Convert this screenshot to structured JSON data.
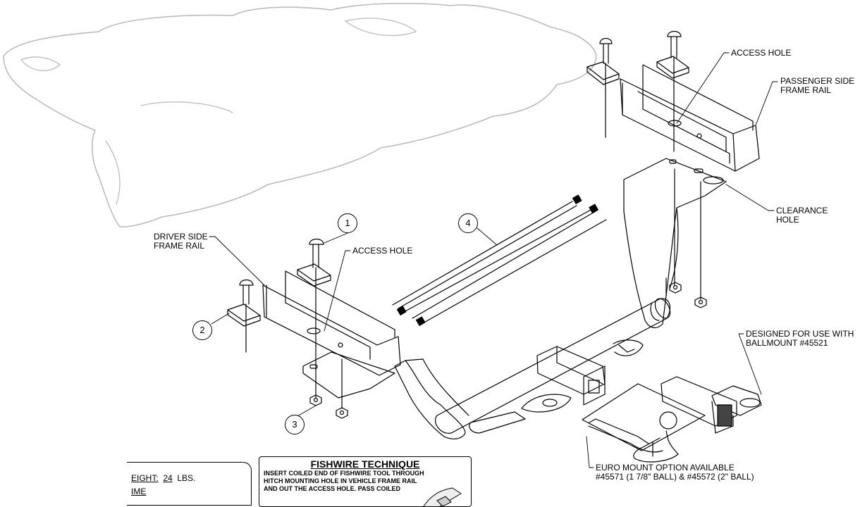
{
  "labels": {
    "access_hole_top": "ACCESS HOLE",
    "passenger_side": [
      "PASSENGER SIDE",
      "FRAME RAIL"
    ],
    "clearance_hole": [
      "CLEARANCE",
      "HOLE"
    ],
    "driver_side": [
      "DRIVER SIDE",
      "FRAME RAIL"
    ],
    "access_hole_driver": "ACCESS HOLE",
    "designed_for": [
      "DESIGNED FOR USE WITH",
      "BALLMOUNT #45521"
    ],
    "euro_mount": [
      "EURO MOUNT OPTION AVAILABLE",
      "#45571 (1 7/8\" BALL) & #45572 (2\" BALL)"
    ]
  },
  "callouts": [
    "1",
    "2",
    "3",
    "4"
  ],
  "spec_block": {
    "weight_label": "EIGHT:",
    "weight_value": "24",
    "weight_unit": "LBS.",
    "time_label": "IME"
  },
  "fishwire": {
    "title": "FISHWIRE TECHNIQUE",
    "lines": [
      "INSERT COILED END OF FISHWIRE TOOL THROUGH",
      "HITCH MOUNTING HOLE IN VEHICLE FRAME RAIL",
      "AND OUT THE ACCESS HOLE. PASS COILED"
    ]
  }
}
